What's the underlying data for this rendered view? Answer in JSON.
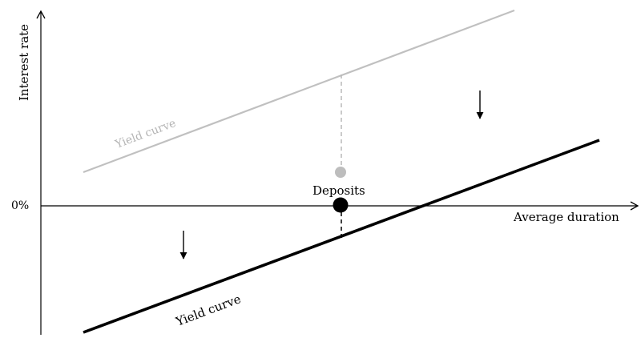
{
  "axes": {
    "y_label": "Interest rate",
    "x_label": "Average duration",
    "zero_label": "0%"
  },
  "curves": {
    "old_label": "Yield curve",
    "new_label": "Yield curve"
  },
  "deposits_label": "Deposits",
  "colors": {
    "old_curve": "#c0c0c0",
    "new_curve": "#000000",
    "old_point": "#bdbdbd",
    "new_point": "#000000",
    "axis": "#000000"
  }
}
